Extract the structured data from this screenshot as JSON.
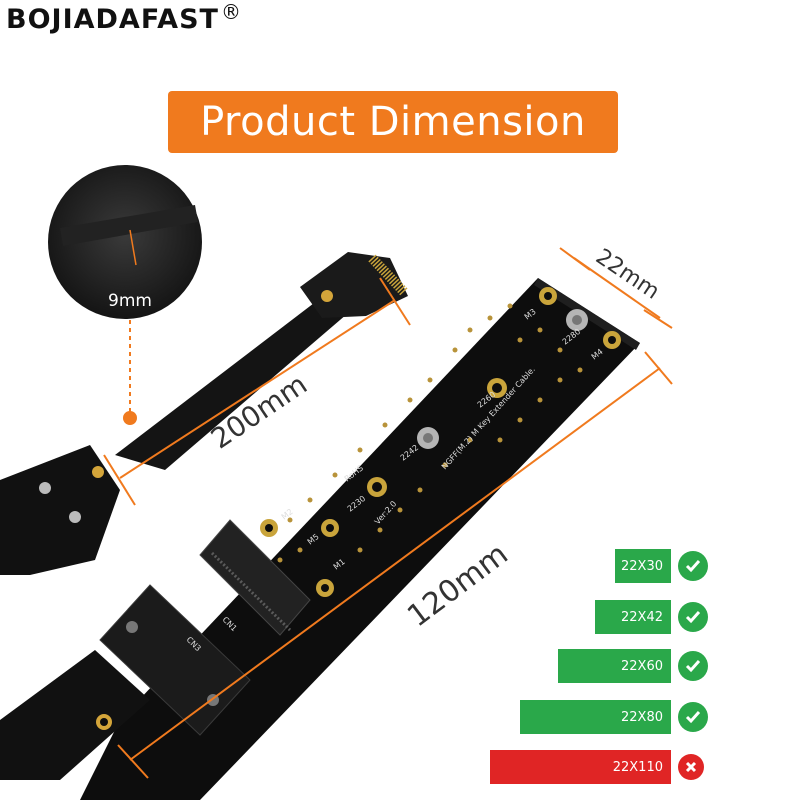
{
  "brand": {
    "name": "BOJIADAFAST",
    "registered": "®"
  },
  "banner": {
    "title": "Product Dimension"
  },
  "dimensions": {
    "cable_width": "9mm",
    "cable_length": "200mm",
    "board_width": "22mm",
    "board_length": "120mm"
  },
  "board_marks": {
    "m3": "M3",
    "m4": "M4",
    "m2": "M2",
    "m5": "M5",
    "m1": "M1",
    "s2280": "2280",
    "s2260": "2260",
    "s2242": "2242",
    "s2230": "2230",
    "title": "NGFF(M.2) M Key Extender Cable.",
    "ver": "Ver:2.0",
    "rohs": "RoHS",
    "cn1": "CN1",
    "cn3": "CN3"
  },
  "compatibility": [
    {
      "size": "22X30",
      "supported": true,
      "color": "#2aa84a"
    },
    {
      "size": "22X42",
      "supported": true,
      "color": "#2aa84a"
    },
    {
      "size": "22X60",
      "supported": true,
      "color": "#2aa84a"
    },
    {
      "size": "22X80",
      "supported": true,
      "color": "#2aa84a"
    },
    {
      "size": "22X110",
      "supported": false,
      "color": "#e02525"
    }
  ],
  "colors": {
    "accent": "#f07a1e",
    "check": "#2aa84a",
    "cross": "#e02525"
  }
}
